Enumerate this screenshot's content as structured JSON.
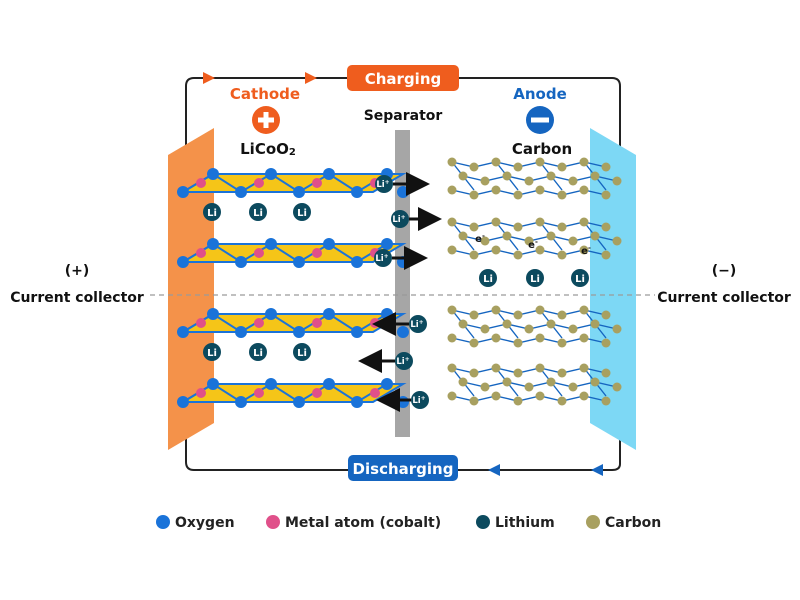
{
  "charging_label": "Charging",
  "discharging_label": "Discharging",
  "cathode": {
    "title": "Cathode",
    "material": "LiCoO2",
    "material_base": "LiCoO",
    "material_sub": "2",
    "sign": "+"
  },
  "anode": {
    "title": "Anode",
    "material": "Carbon",
    "sign": "−"
  },
  "separator_label": "Separator",
  "left_collector": {
    "sign": "(+)",
    "label": "Current collector"
  },
  "right_collector": {
    "sign": "(−)",
    "label": "Current collector"
  },
  "lithium_label": "Li",
  "lithium_ion_label": "Li+",
  "lithium_ion_base": "Li",
  "lithium_ion_charge": "+",
  "electron_label": "e-",
  "electron_base": "e",
  "electron_charge": "-",
  "legend": [
    {
      "label": "Oxygen",
      "color": "#1a73d9"
    },
    {
      "label": "Metal atom (cobalt)",
      "color": "#e0508a"
    },
    {
      "label": "Lithium",
      "color": "#0c4a5e"
    },
    {
      "label": "Carbon",
      "color": "#a8a060"
    }
  ],
  "colors": {
    "orange": "#ef5d1e",
    "blue": "#1565c0",
    "cathode_plate": "#f4924a",
    "anode_plate": "#7dd8f5",
    "separator": "#a6a6a6",
    "layer_fill": "#f5c518",
    "oxygen": "#1a73d9",
    "cobalt": "#e0508a",
    "lithium": "#0c4a5e",
    "carbon": "#a8a060",
    "circuit": "#222222"
  }
}
